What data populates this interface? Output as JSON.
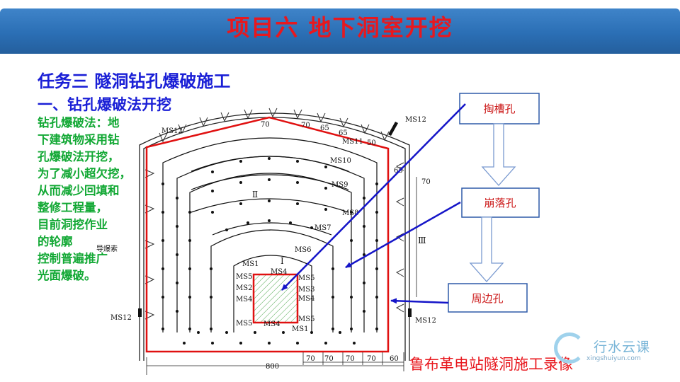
{
  "banner": {
    "title": "项目六  地下洞室开挖"
  },
  "task_title": "任务三  隧洞钻孔爆破施工",
  "section_title": "一、钻孔爆破法开挖",
  "description_lines": [
    "钻孔爆破法：地",
    "下建筑物采用钻",
    "孔爆破法开挖，",
    "为了减小超欠挖，",
    "从而减少回填和",
    "整修工程量，",
    "目前洞挖作业",
    "的轮廓",
    "控制普遍推广",
    "光面爆破。"
  ],
  "callouts": {
    "cut_holes": "掏槽孔",
    "caving_holes": "崩落孔",
    "perimeter_holes": "周边孔"
  },
  "diagram_labels": {
    "ms12_top_left": "MS12",
    "ms12_top_right": "MS12",
    "ms12_left": "MS12",
    "ms12_right": "MS12",
    "ms11": "MS11",
    "ms10": "MS10",
    "ms9": "MS9",
    "ms8": "MS8",
    "ms7": "MS7",
    "ms6": "MS6",
    "ms1_top": "MS1",
    "ms4_top": "MS4",
    "ms5_left": "MS5",
    "ms2": "MS2",
    "ms4_left": "MS4",
    "ms5_right": "MS5",
    "ms3": "MS3",
    "ms4_right": "MS4",
    "ms5_bottom_left": "MS5",
    "ms4_bottom": "MS4",
    "ms5_bottom_right": "MS5",
    "ms1_bottom": "MS1",
    "zone_1": "Ⅰ",
    "zone_2": "Ⅱ",
    "zone_3": "Ⅲ",
    "detonating_cord": "导爆索",
    "dim_70_a": "70",
    "dim_70_b": "70",
    "dim_65_a": "65",
    "dim_65_b": "65",
    "dim_50": "50",
    "dim_65_c": "65",
    "dim_70_side": "70",
    "bottom_dims": [
      "70",
      "70",
      "70",
      "70",
      "60"
    ],
    "width_800": "800"
  },
  "caption": "鲁布革电站隧洞施工录像",
  "watermark": {
    "name": "行水云课",
    "url": "xingshuiyun.com"
  },
  "colors": {
    "title_red": "#e8181e",
    "heading_blue": "#1a1fd6",
    "text_green": "#12a834",
    "arrow_blue": "#1515c8"
  }
}
